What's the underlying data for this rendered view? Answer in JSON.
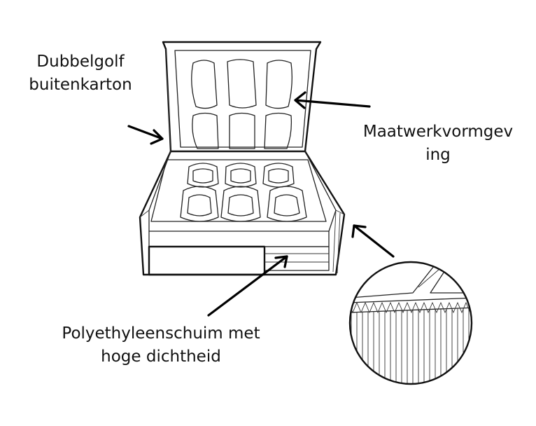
{
  "labels": {
    "outer_box": {
      "line1": "Dubbelgolf",
      "line2": "buitenkarton"
    },
    "custom_design": {
      "line1": "Maatwerkvormgev",
      "line2": "ing"
    },
    "foam": {
      "line1": "Polyethyleenschuim met",
      "line2": "hoge dichtheid"
    }
  },
  "colors": {
    "ink": "#111111",
    "background": "#ffffff"
  },
  "icons": [
    "arrow-icon",
    "magnifier-detail-icon"
  ]
}
